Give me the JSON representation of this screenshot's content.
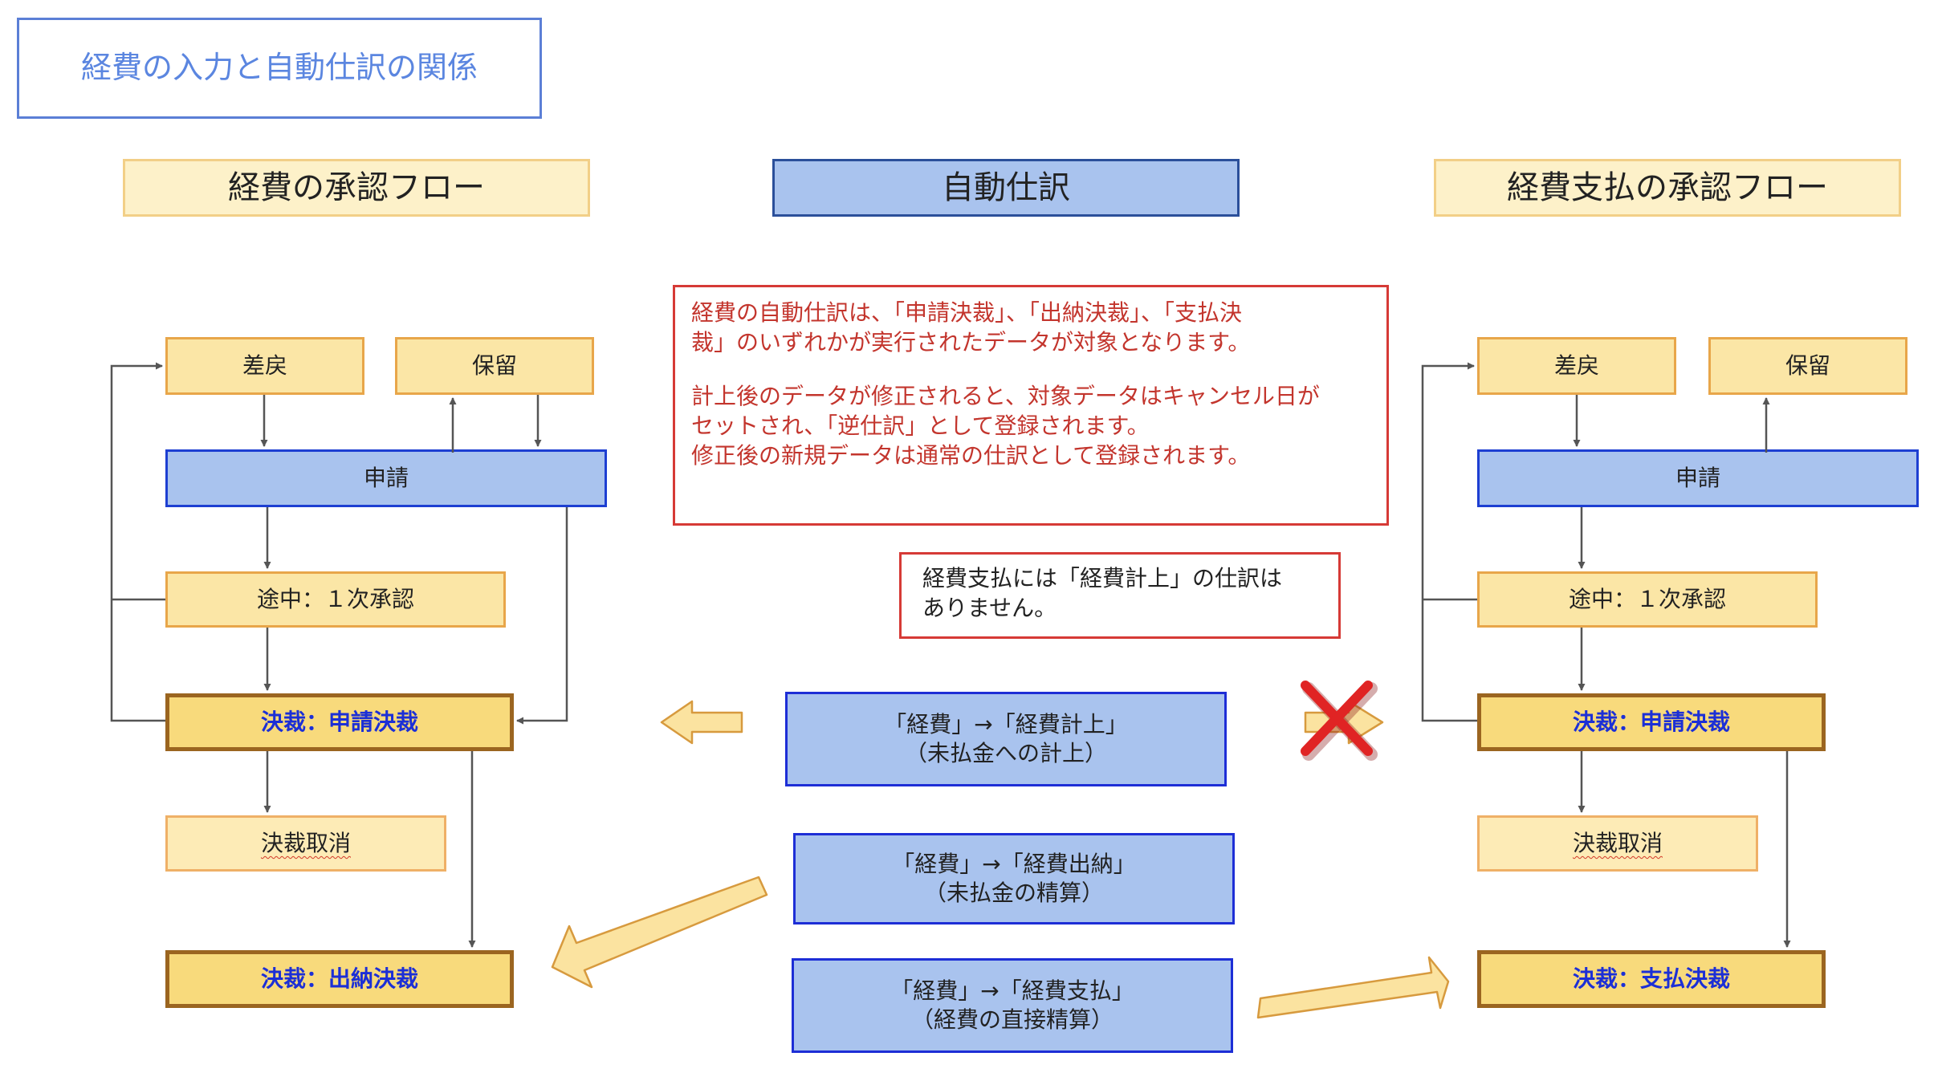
{
  "title": "経費の入力と自動仕訳の関係",
  "headers": {
    "left": "経費の承認フロー",
    "center": "自動仕訳",
    "right": "経費支払の承認フロー"
  },
  "left_flow": {
    "sashimodoshi": "差戻",
    "horyu": "保留",
    "shinsei": "申請",
    "tochu": "途中：１次承認",
    "kessai_shinsei": "決裁：申請決裁",
    "kessai_torikeshi": "決裁取消",
    "kessai_suino": "決裁：出納決裁"
  },
  "right_flow": {
    "sashimodoshi": "差戻",
    "horyu": "保留",
    "shinsei": "申請",
    "tochu": "途中：１次承認",
    "kessai_shinsei": "決裁：申請決裁",
    "kessai_torikeshi": "決裁取消",
    "kessai_shiharai": "決裁：支払決裁"
  },
  "notes": {
    "main_p1_l1": "経費の自動仕訳は、「申請決裁」、「出納決裁」、「支払決",
    "main_p1_l2": "裁」のいずれかが実行されたデータが対象となります。",
    "main_p2_l1": "計上後のデータが修正されると、対象データはキャンセル日が",
    "main_p2_l2": "セットされ、「逆仕訳」として登録されます。",
    "main_p2_l3": "修正後の新規データは通常の仕訳として登録されます。",
    "payment_l1": "経費支払には「経費計上」の仕訳は",
    "payment_l2": "ありません。"
  },
  "journals": {
    "keijo_l1": "「経費」→「経費計上」",
    "keijo_l2": "（未払金への計上）",
    "suino_l1": "「経費」→「経費出納」",
    "suino_l2": "（未払金の精算）",
    "shiharai_l1": "「経費」→「経費支払」",
    "shiharai_l2": "（経費の直接精算）"
  },
  "colors": {
    "title_border": "#5b7fd6",
    "header_yellow": "#fdf1c9",
    "header_blue": "#a9c3ee",
    "box_yellow": "#fbe6a6",
    "decision_fill": "#f8da7c",
    "decision_text": "#1c2fd6",
    "request_fill": "#a9c3ee",
    "note_border": "#d63a36",
    "cross": "#e02424"
  }
}
